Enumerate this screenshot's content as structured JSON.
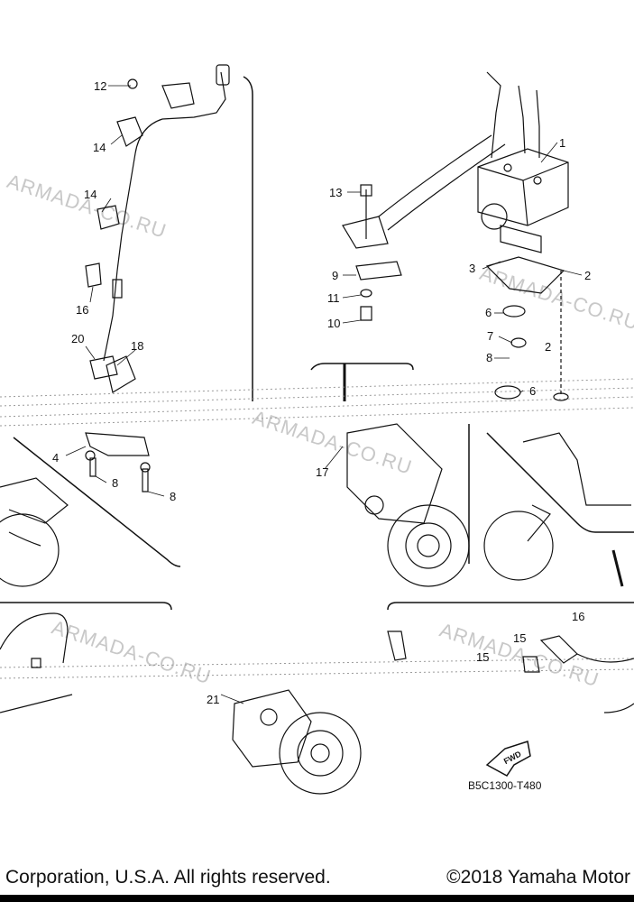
{
  "watermark": "ARMADA-CO.RU",
  "diagram_code": "B5C1300-T480",
  "fwd_label": "FWD",
  "callouts": [
    "1",
    "2",
    "2",
    "3",
    "4",
    "6",
    "6",
    "7",
    "8",
    "8",
    "8",
    "9",
    "10",
    "11",
    "12",
    "13",
    "14",
    "14",
    "15",
    "16",
    "16",
    "17",
    "18",
    "20",
    "21"
  ],
  "footer": {
    "left": "Corporation, U.S.A. All rights reserved.",
    "right": "©2018 Yamaha Motor"
  }
}
